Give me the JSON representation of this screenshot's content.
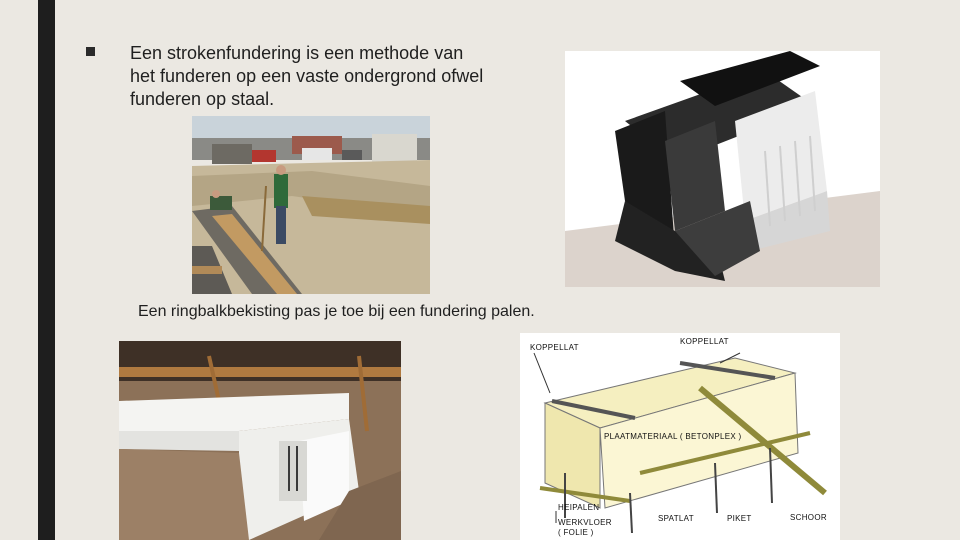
{
  "slide": {
    "bullet_text": "Een strokenfundering is een methode van\nhet funderen op een vaste ondergrond ofwel\nfunderen op staal.",
    "caption": "Een ringbalkbekisting pas je toe bij een fundering palen."
  },
  "diagram_labels": {
    "koppellat_left": "KOPPELLAT",
    "koppellat_right": "KOPPELLAT",
    "plaatmateriaal": "PLAATMATERIAAL  ( BETONPLEX )",
    "heipalen": "HEIPALEN",
    "werkvloer": "WERKVLOER",
    "folie": "( FOLIE )",
    "spatlat": "SPATLAT",
    "piket": "PIKET",
    "schoor": "SCHOOR"
  },
  "colors": {
    "background": "#ebe8e2",
    "sidebar": "#1e1e1e"
  }
}
